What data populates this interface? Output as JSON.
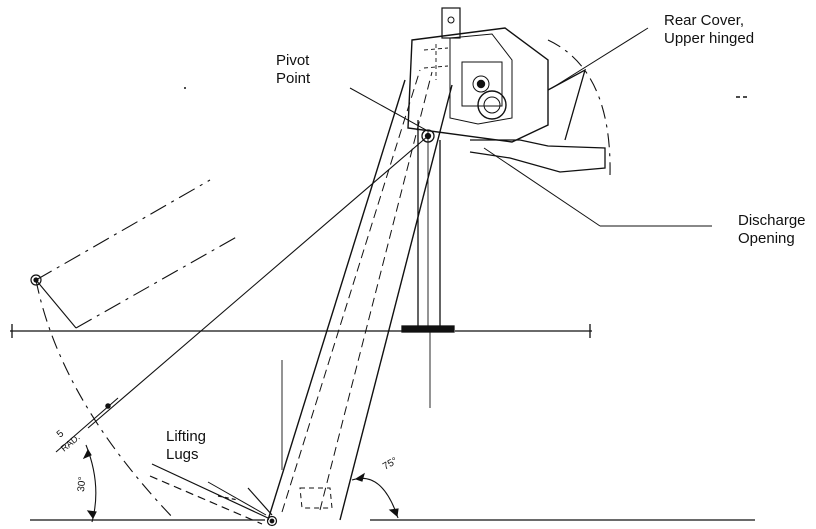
{
  "labels": {
    "rear_cover_line1": "Rear Cover,",
    "rear_cover_line2": "Upper hinged",
    "pivot_line1": "Pivot",
    "pivot_line2": "Point",
    "discharge_line1": "Discharge",
    "discharge_line2": "Opening",
    "lifting_line1": "Lifting",
    "lifting_line2": "Lugs"
  },
  "dimensions": {
    "radius_value": "5",
    "radius_unit": "RAD.",
    "angle_lower_left": "30°",
    "angle_right": "75°"
  },
  "colors": {
    "ink": "#111111",
    "paper": "#ffffff"
  }
}
